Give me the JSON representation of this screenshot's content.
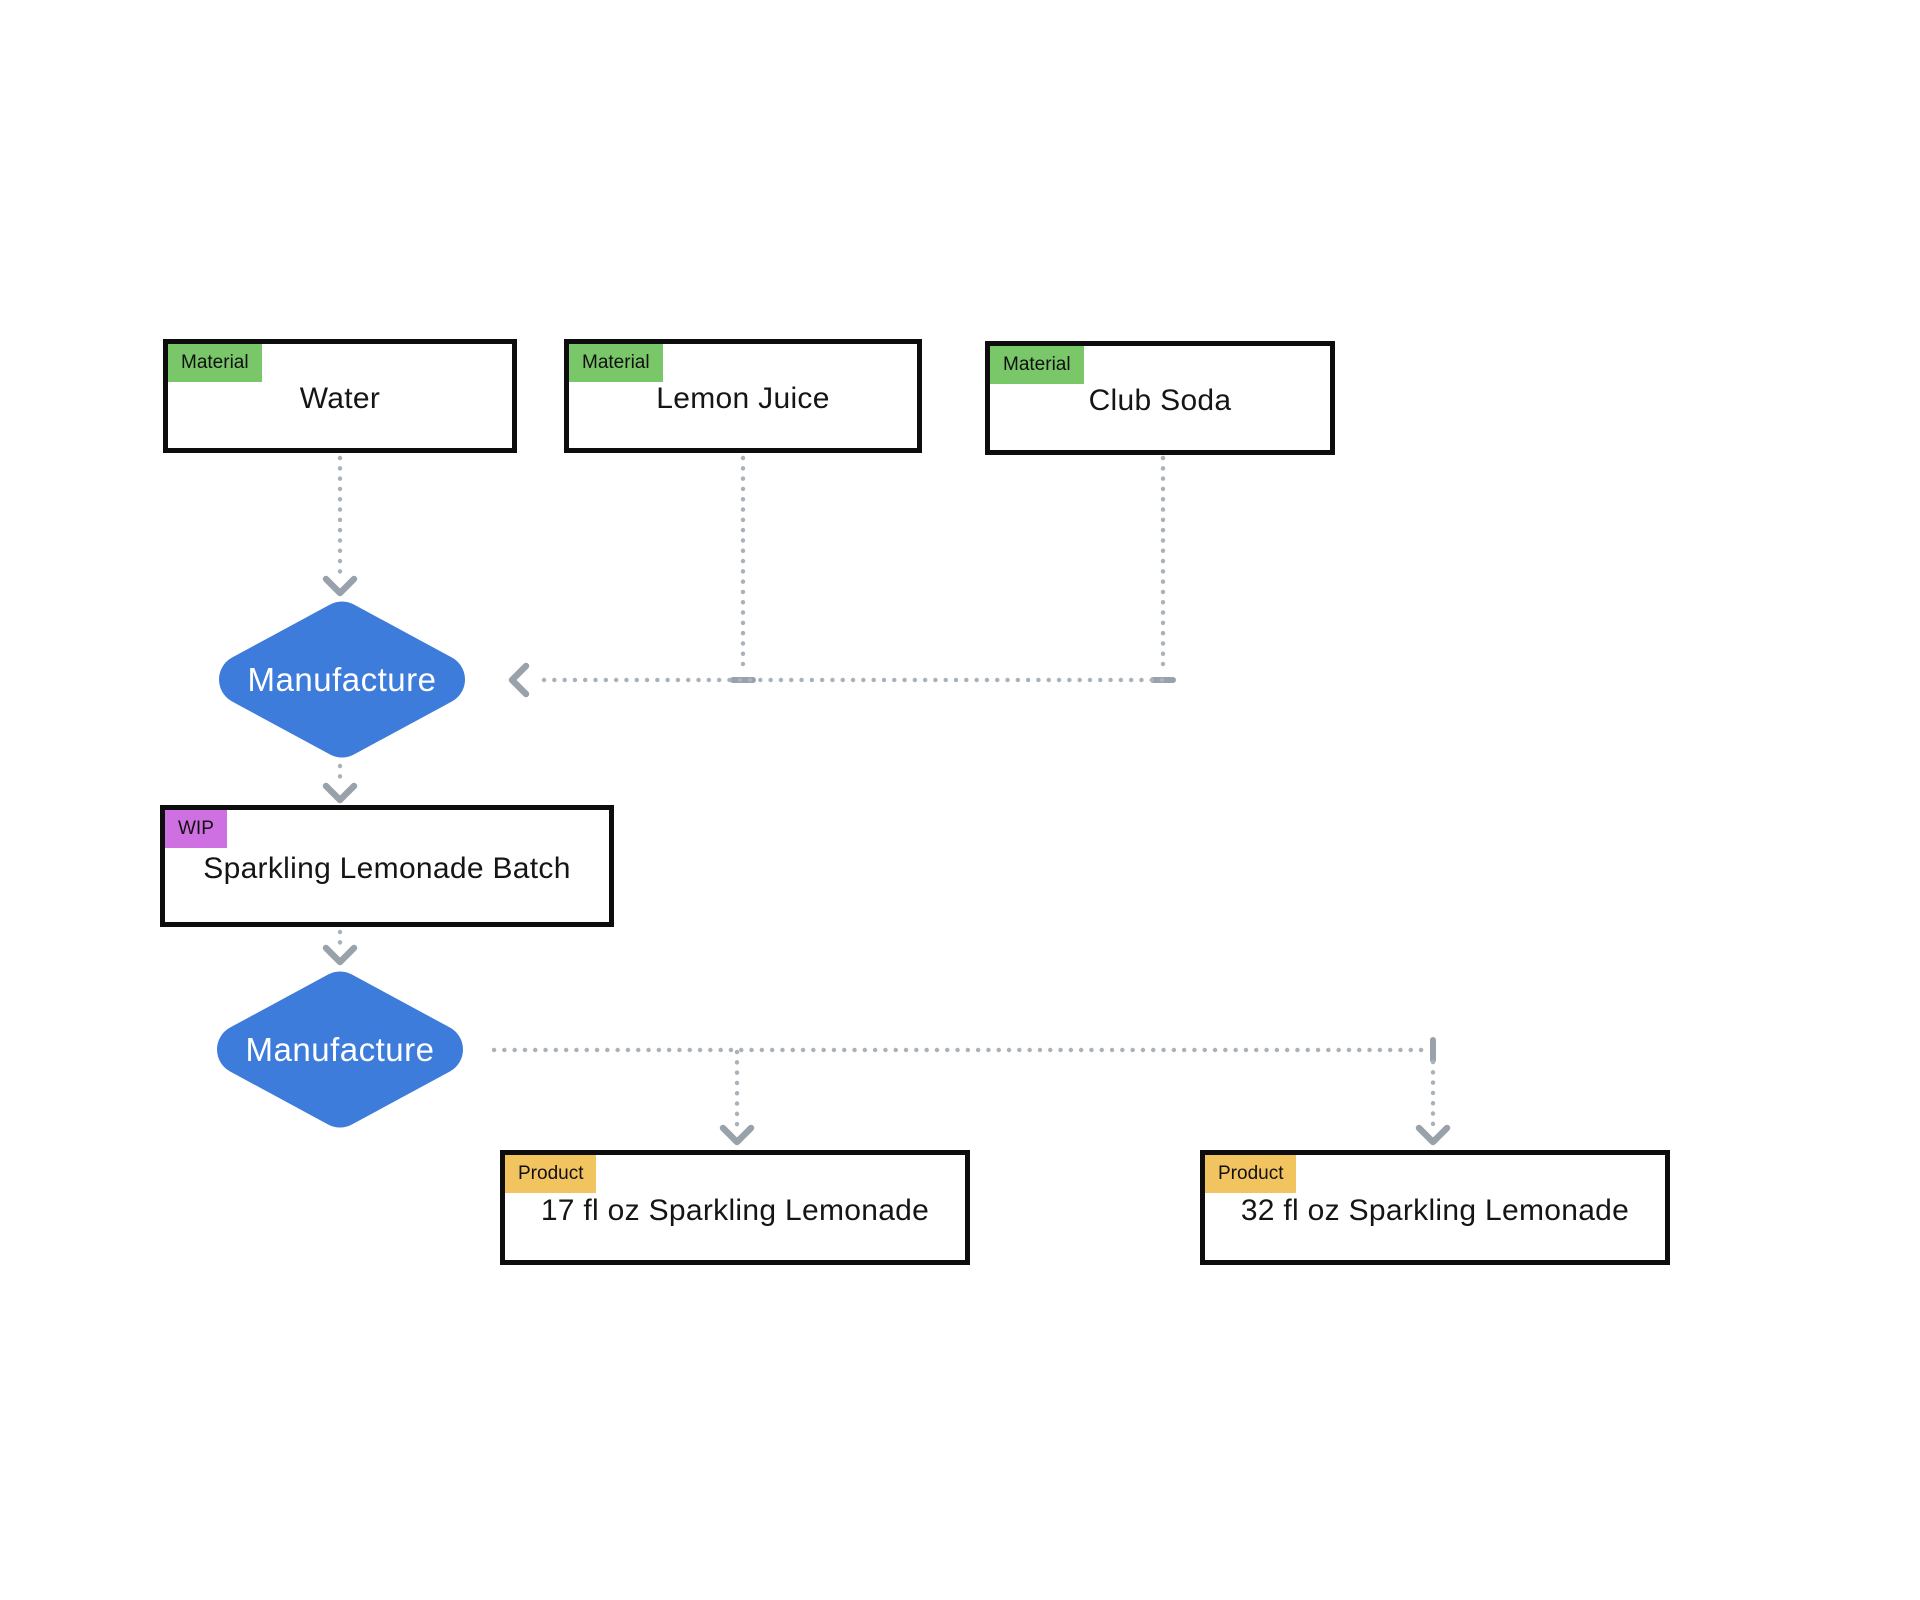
{
  "diagram": {
    "title": "Sparkling Lemonade bill-of-materials flow",
    "type": "bom-flowchart",
    "nodes": {
      "water": {
        "badge": "Material",
        "label": "Water"
      },
      "lemon_juice": {
        "badge": "Material",
        "label": "Lemon Juice"
      },
      "club_soda": {
        "badge": "Material",
        "label": "Club Soda"
      },
      "manufacture_1": {
        "label": "Manufacture"
      },
      "batch": {
        "badge": "WIP",
        "label": "Sparkling Lemonade Batch"
      },
      "manufacture_2": {
        "label": "Manufacture"
      },
      "product_17oz": {
        "badge": "Product",
        "label": "17 fl oz Sparkling Lemonade"
      },
      "product_32oz": {
        "badge": "Product",
        "label": "32 fl oz Sparkling Lemonade"
      }
    },
    "edges": [
      {
        "from": "water",
        "to": "manufacture_1",
        "style": "dotted-arrow"
      },
      {
        "from": "lemon_juice",
        "to": "manufacture_1",
        "style": "dotted-arrow"
      },
      {
        "from": "club_soda",
        "to": "manufacture_1",
        "style": "dotted-arrow"
      },
      {
        "from": "manufacture_1",
        "to": "batch",
        "style": "dotted-arrow"
      },
      {
        "from": "batch",
        "to": "manufacture_2",
        "style": "dotted-arrow"
      },
      {
        "from": "manufacture_2",
        "to": "product_17oz",
        "style": "dotted-arrow"
      },
      {
        "from": "manufacture_2",
        "to": "product_32oz",
        "style": "dotted-arrow"
      }
    ]
  },
  "theme": {
    "material-badge": "#79C768",
    "wip-badge": "#CF70E2",
    "product-badge": "#F2C45F",
    "process-fill": "#3E7CDC",
    "process-text": "#FFFFFF",
    "edge-dot": "#A9B1B9",
    "edge-arrow": "#99A2AA",
    "node-border": "#0D0D0D",
    "node-text": "#151515",
    "canvas-bg": "#FFFFFF"
  }
}
